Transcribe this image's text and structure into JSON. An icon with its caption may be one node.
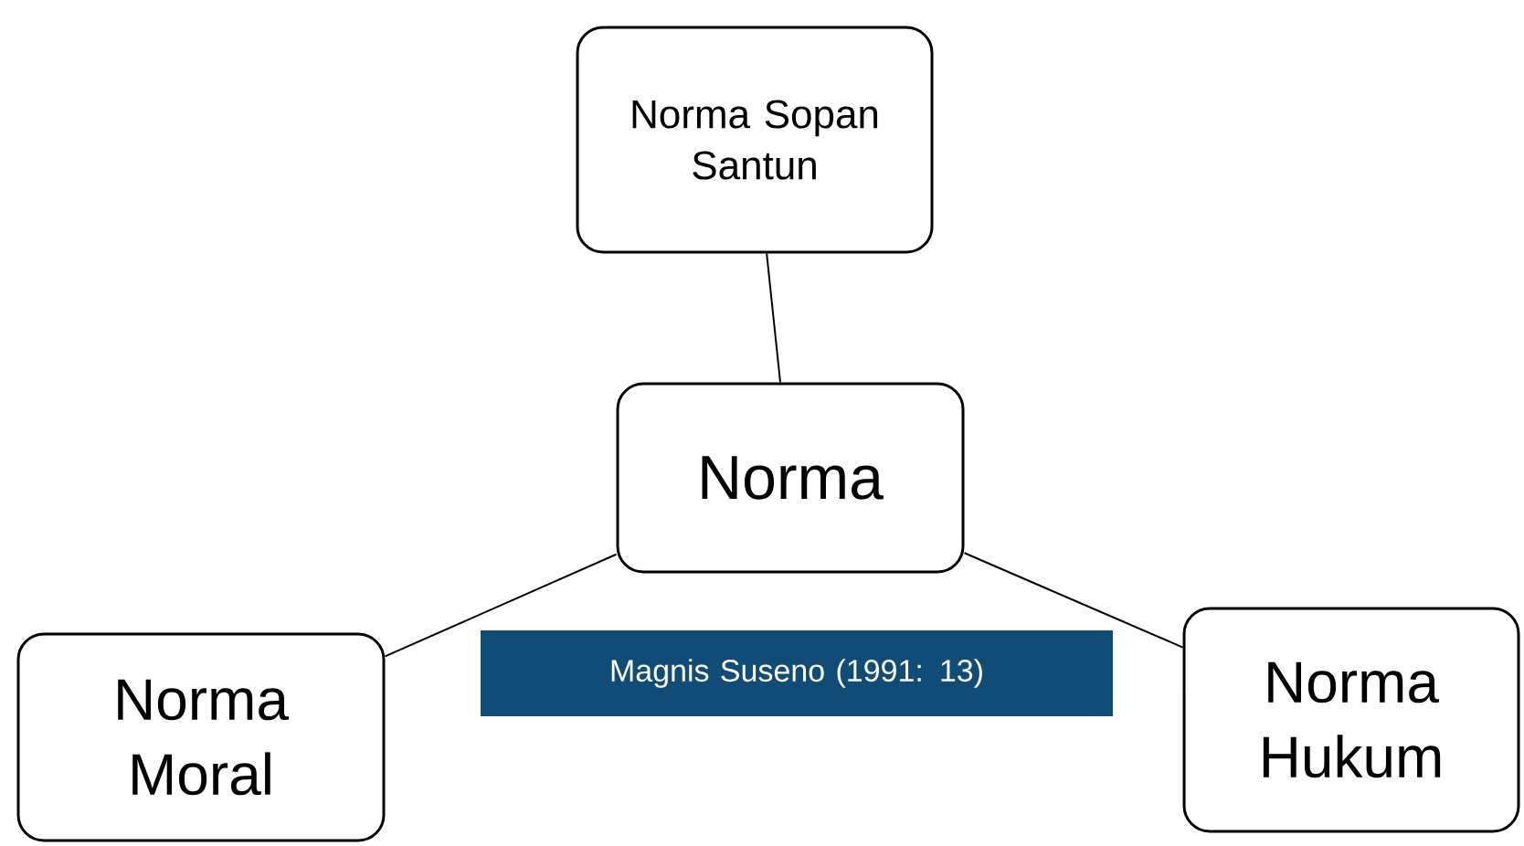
{
  "diagram": {
    "nodes": [
      {
        "text": [
          "Norma Sopan Santun"
        ]
      },
      {
        "text": [
          "Norma"
        ]
      },
      {
        "text": [
          "Norma Moral"
        ]
      },
      {
        "text": [
          "Norma Hukum"
        ]
      },
      {
        "text": [
          "Magnis Suseno (1991: 13)"
        ]
      }
    ],
    "edges": [
      {
        "from": 1,
        "to": 0,
        "arrow": "none"
      },
      {
        "from": 1,
        "to": 2,
        "arrow": "none"
      },
      {
        "from": 1,
        "to": 3,
        "arrow": "none"
      }
    ]
  }
}
